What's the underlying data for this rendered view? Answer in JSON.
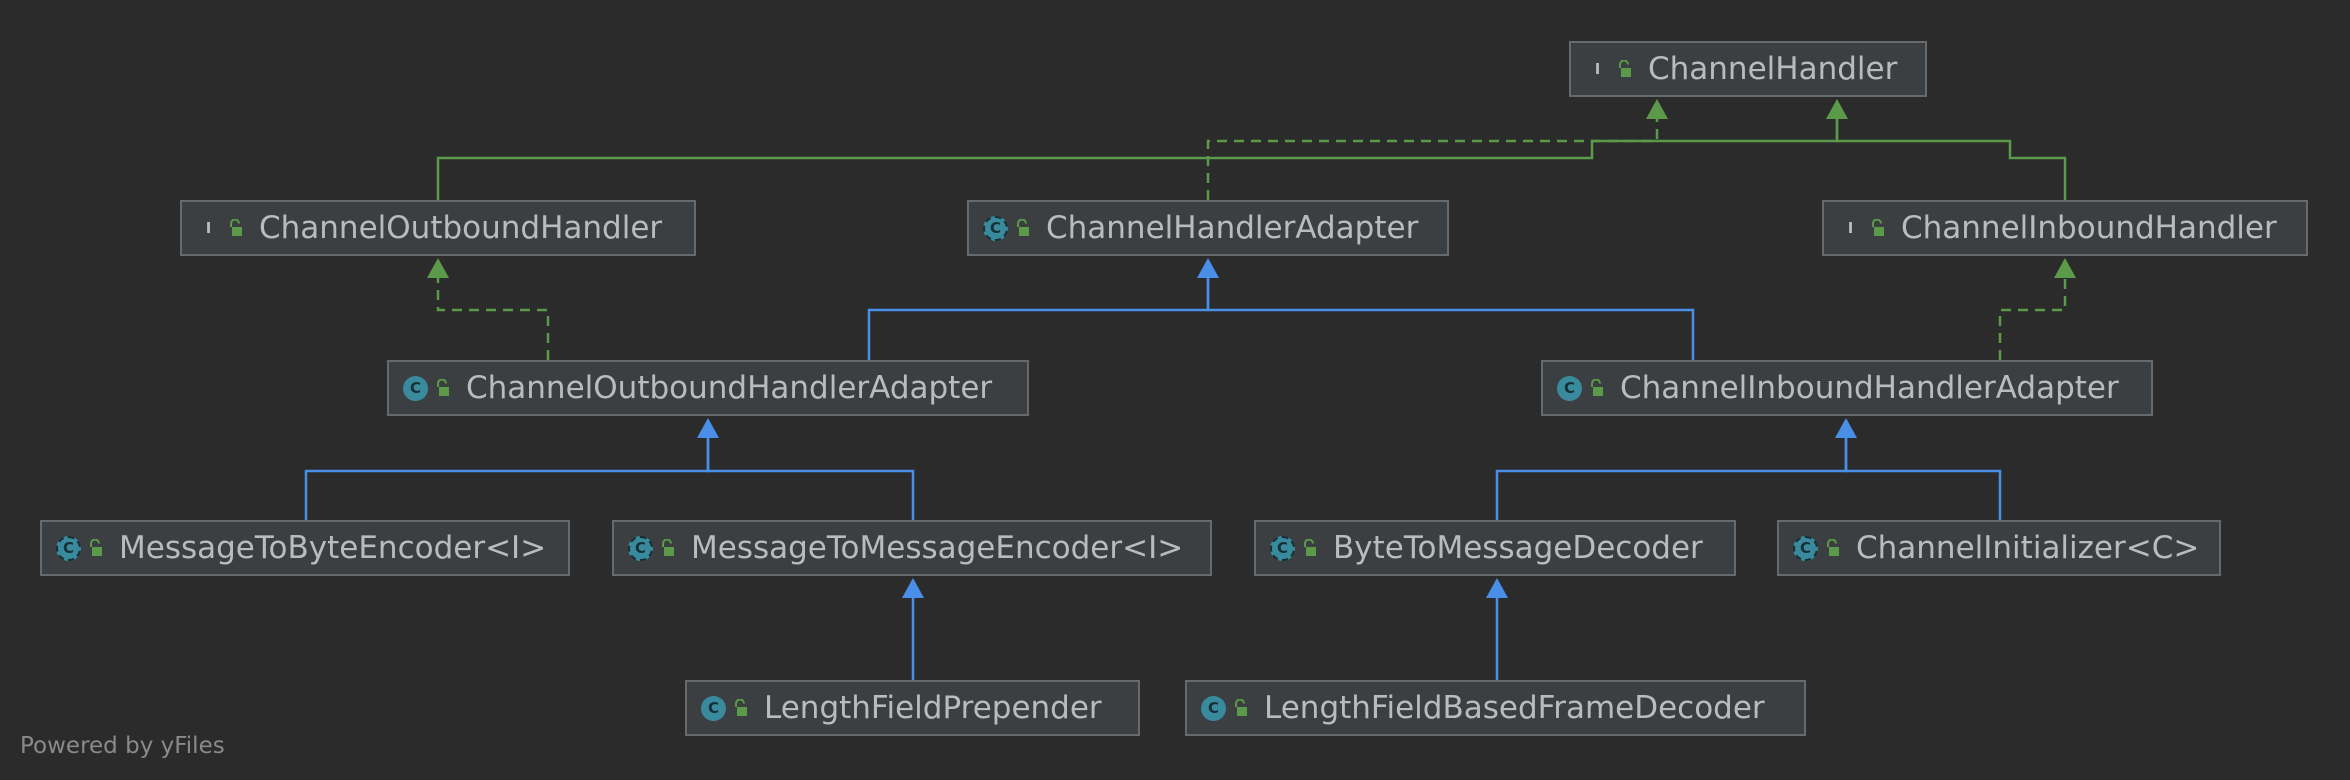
{
  "diagram": {
    "nodes": [
      {
        "id": "channel-handler",
        "label": "ChannelHandler",
        "kind": "interface",
        "kind_letter": "I"
      },
      {
        "id": "channel-outbound-handler",
        "label": "ChannelOutboundHandler",
        "kind": "interface",
        "kind_letter": "I"
      },
      {
        "id": "channel-handler-adapter",
        "label": "ChannelHandlerAdapter",
        "kind": "abstract",
        "kind_letter": "C"
      },
      {
        "id": "channel-inbound-handler",
        "label": "ChannelInboundHandler",
        "kind": "interface",
        "kind_letter": "I"
      },
      {
        "id": "channel-outbound-handler-adapter",
        "label": "ChannelOutboundHandlerAdapter",
        "kind": "class",
        "kind_letter": "C"
      },
      {
        "id": "channel-inbound-handler-adapter",
        "label": "ChannelInboundHandlerAdapter",
        "kind": "class",
        "kind_letter": "C"
      },
      {
        "id": "message-to-byte-encoder",
        "label": "MessageToByteEncoder<I>",
        "kind": "abstract",
        "kind_letter": "C"
      },
      {
        "id": "message-to-message-encoder",
        "label": "MessageToMessageEncoder<I>",
        "kind": "abstract",
        "kind_letter": "C"
      },
      {
        "id": "byte-to-message-decoder",
        "label": "ByteToMessageDecoder",
        "kind": "abstract",
        "kind_letter": "C"
      },
      {
        "id": "channel-initializer",
        "label": "ChannelInitializer<C>",
        "kind": "abstract",
        "kind_letter": "C"
      },
      {
        "id": "length-field-prepender",
        "label": "LengthFieldPrepender",
        "kind": "class",
        "kind_letter": "C"
      },
      {
        "id": "length-field-based-frame-decoder",
        "label": "LengthFieldBasedFrameDecoder",
        "kind": "class",
        "kind_letter": "C"
      }
    ],
    "edges": [
      {
        "from": "channel-outbound-handler",
        "to": "channel-handler",
        "type": "extends-interface"
      },
      {
        "from": "channel-inbound-handler",
        "to": "channel-handler",
        "type": "extends-interface"
      },
      {
        "from": "channel-handler-adapter",
        "to": "channel-handler",
        "type": "implements"
      },
      {
        "from": "channel-outbound-handler-adapter",
        "to": "channel-handler-adapter",
        "type": "extends"
      },
      {
        "from": "channel-inbound-handler-adapter",
        "to": "channel-handler-adapter",
        "type": "extends"
      },
      {
        "from": "channel-outbound-handler-adapter",
        "to": "channel-outbound-handler",
        "type": "implements"
      },
      {
        "from": "channel-inbound-handler-adapter",
        "to": "channel-inbound-handler",
        "type": "implements"
      },
      {
        "from": "message-to-byte-encoder",
        "to": "channel-outbound-handler-adapter",
        "type": "extends"
      },
      {
        "from": "message-to-message-encoder",
        "to": "channel-outbound-handler-adapter",
        "type": "extends"
      },
      {
        "from": "byte-to-message-decoder",
        "to": "channel-inbound-handler-adapter",
        "type": "extends"
      },
      {
        "from": "channel-initializer",
        "to": "channel-inbound-handler-adapter",
        "type": "extends"
      },
      {
        "from": "length-field-prepender",
        "to": "message-to-message-encoder",
        "type": "extends"
      },
      {
        "from": "length-field-based-frame-decoder",
        "to": "byte-to-message-decoder",
        "type": "extends"
      }
    ],
    "colors": {
      "background": "#2b2b2b",
      "node_fill": "#3c3f41",
      "node_border": "#676a6c",
      "text": "#bbbbbb",
      "extends_edge": "#4a8fe7",
      "interface_edge": "#5b9a48"
    },
    "icons": {
      "interface": "interface-icon",
      "class": "class-icon",
      "abstract": "abstract-class-icon",
      "visibility": "public-lock-icon"
    }
  },
  "footer": {
    "label": "Powered by yFiles"
  }
}
